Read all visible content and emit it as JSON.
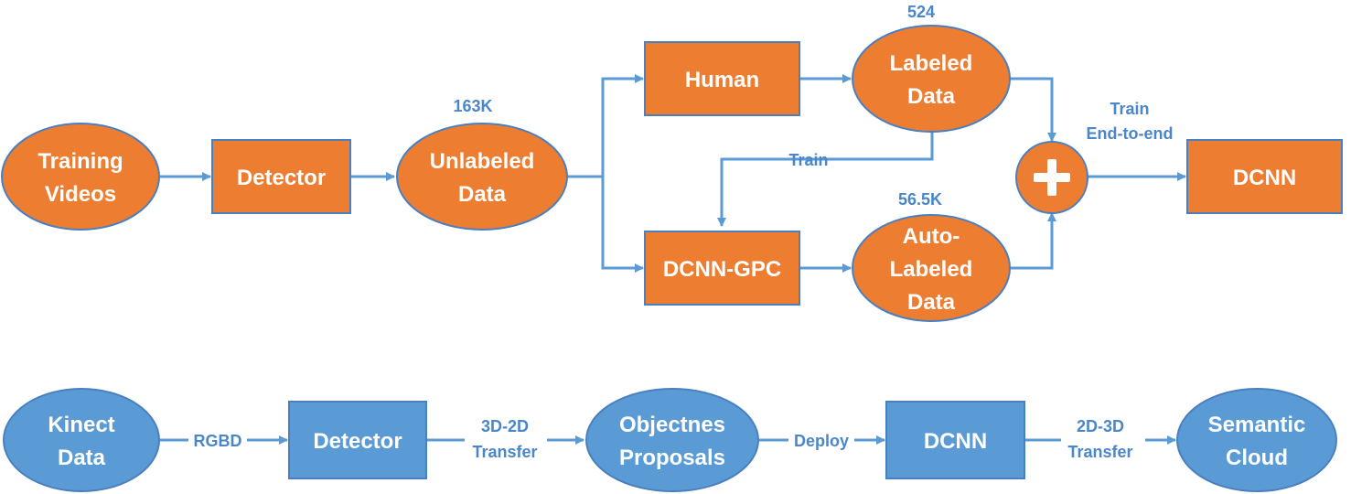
{
  "colors": {
    "orange": "#ed7d31",
    "orange_stroke": "#4a7fc0",
    "blue": "#5b9bd5",
    "arrow": "#5b9bd5",
    "label": "#4a86c8",
    "node_text": "#ffffff"
  },
  "top_flow": {
    "training_videos": [
      "Training",
      "Videos"
    ],
    "detector": "Detector",
    "unlabeled_data": [
      "Unlabeled",
      "Data"
    ],
    "unlabeled_count": "163K",
    "human": "Human",
    "labeled_data": [
      "Labeled",
      "Data"
    ],
    "labeled_count": "524",
    "dcnn_gpc": "DCNN-GPC",
    "auto_labeled_data": [
      "Auto-",
      "Labeled",
      "Data"
    ],
    "auto_labeled_count": "56.5K",
    "train_label": "Train",
    "combine_symbol": "plus-icon",
    "train_end_to_end": [
      "Train",
      "End-to-end"
    ],
    "dcnn": "DCNN"
  },
  "bottom_flow": {
    "kinect_data": [
      "Kinect",
      "Data"
    ],
    "rgbd_label": "RGBD",
    "detector": "Detector",
    "transfer_3d_2d": [
      "3D-2D",
      "Transfer"
    ],
    "objectness_proposals": [
      "Objectnes",
      "Proposals"
    ],
    "deploy_label": "Deploy",
    "dcnn": "DCNN",
    "transfer_2d_3d": [
      "2D-3D",
      "Transfer"
    ],
    "semantic_cloud": [
      "Semantic",
      "Cloud"
    ]
  }
}
